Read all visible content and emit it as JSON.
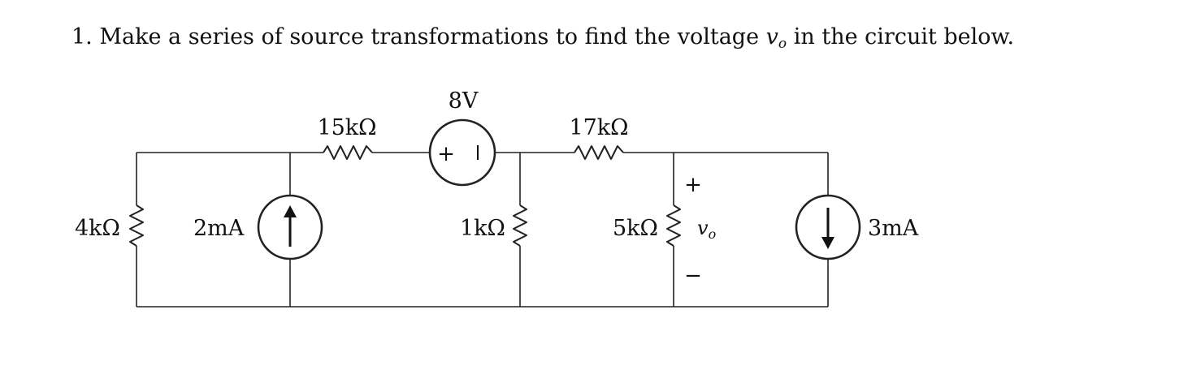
{
  "problem": {
    "number": "1.",
    "text_before": "Make a series of source transformations to find the voltage",
    "var": "v",
    "var_sub": "o",
    "text_after": "in the circuit below."
  },
  "circuit": {
    "r_left": "4kΩ",
    "i_source_left": "2mA",
    "r_top_left": "15kΩ",
    "v_source": "8V",
    "v_source_plus": "+",
    "v_source_minus": "−",
    "r_top_right": "17kΩ",
    "r_mid": "1kΩ",
    "r_vo": "5kΩ",
    "vo_plus": "+",
    "vo_minus": "−",
    "vo_var": "v",
    "vo_sub": "o",
    "i_source_right": "3mA"
  }
}
